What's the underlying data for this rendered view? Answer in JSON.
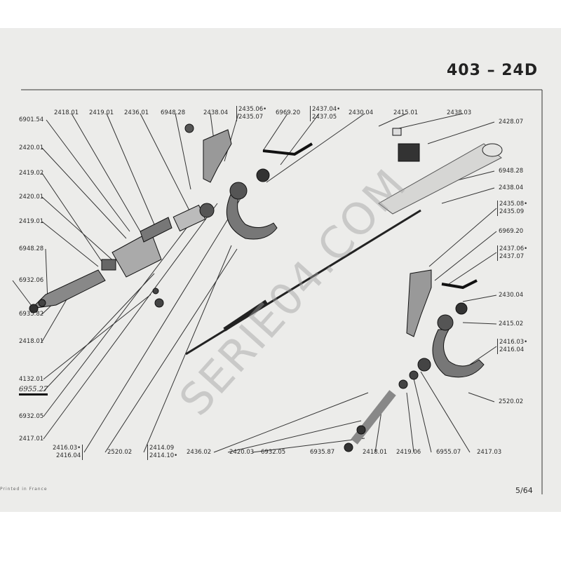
{
  "header": {
    "title": "403 – 24D",
    "page": "5/64",
    "printed": "Printed in France"
  },
  "watermark": "SERIE04.COM",
  "labels": {
    "top": [
      "2418.01",
      "2419.01",
      "2436.01",
      "6948.28",
      "2438.04",
      "6969.20",
      "2430.04",
      "2415.01",
      "2438.03"
    ],
    "top_brackets": [
      [
        "2435.06•",
        "2435.07"
      ],
      [
        "2437.04•",
        "2437.05"
      ]
    ],
    "left": [
      "6901.54",
      "2420.01",
      "2419.02",
      "2420.01",
      "2419.01",
      "6948.28",
      "6932.06",
      "6935.82",
      "2418.01",
      "4132.01",
      "6955.27",
      "6932.05",
      "2417.01"
    ],
    "bottom": [
      "2520.02",
      "2436.02",
      "2420.03",
      "6932.05",
      "6935.87",
      "2418.01",
      "2419.06",
      "6955.07",
      "2417.03"
    ],
    "bottom_brackets": [
      [
        "2416.03•",
        "2416.04"
      ],
      [
        "2414.09",
        "2414.10•"
      ]
    ],
    "right": [
      "2428.07",
      "6948.28",
      "2438.04",
      "6969.20",
      "2430.04",
      "2415.02",
      "2520.02"
    ],
    "right_brackets": [
      [
        "2435.08•",
        "2435.09"
      ],
      [
        "2437.06•",
        "2437.07"
      ],
      [
        "2416.03•",
        "2416.04"
      ]
    ]
  }
}
